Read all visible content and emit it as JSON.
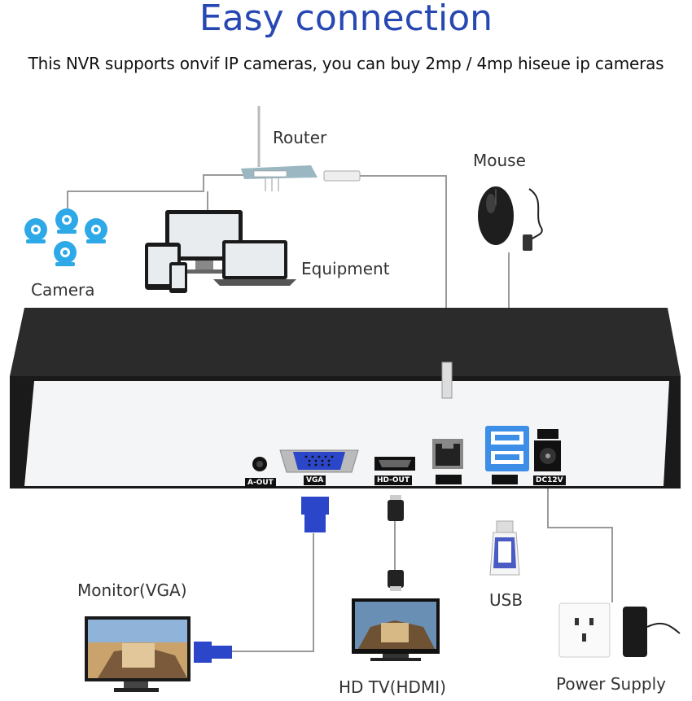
{
  "header": {
    "title": "Easy connection",
    "subtitle": "This NVR supports onvif IP cameras, you can buy 2mp / 4mp hiseue ip cameras"
  },
  "devices": {
    "router": "Router",
    "mouse": "Mouse",
    "camera": "Camera",
    "equipment": "Equipment",
    "monitor": "Monitor(VGA)",
    "usb": "USB",
    "hdtv": "HD TV(HDMI)",
    "power": "Power Supply"
  },
  "ports": {
    "aout": "A-OUT",
    "vga": "VGA",
    "hdout": "HD-OUT",
    "dc": "DC12V"
  },
  "colors": {
    "title": "#2747b3",
    "nvr_body": "#2b2b2b",
    "nvr_panel": "#f4f5f7",
    "usb_blue": "#3d8ee6",
    "vga_blue": "#2b46c9",
    "camera_blue": "#2ea9e8",
    "cable": "#9a9a9a"
  }
}
